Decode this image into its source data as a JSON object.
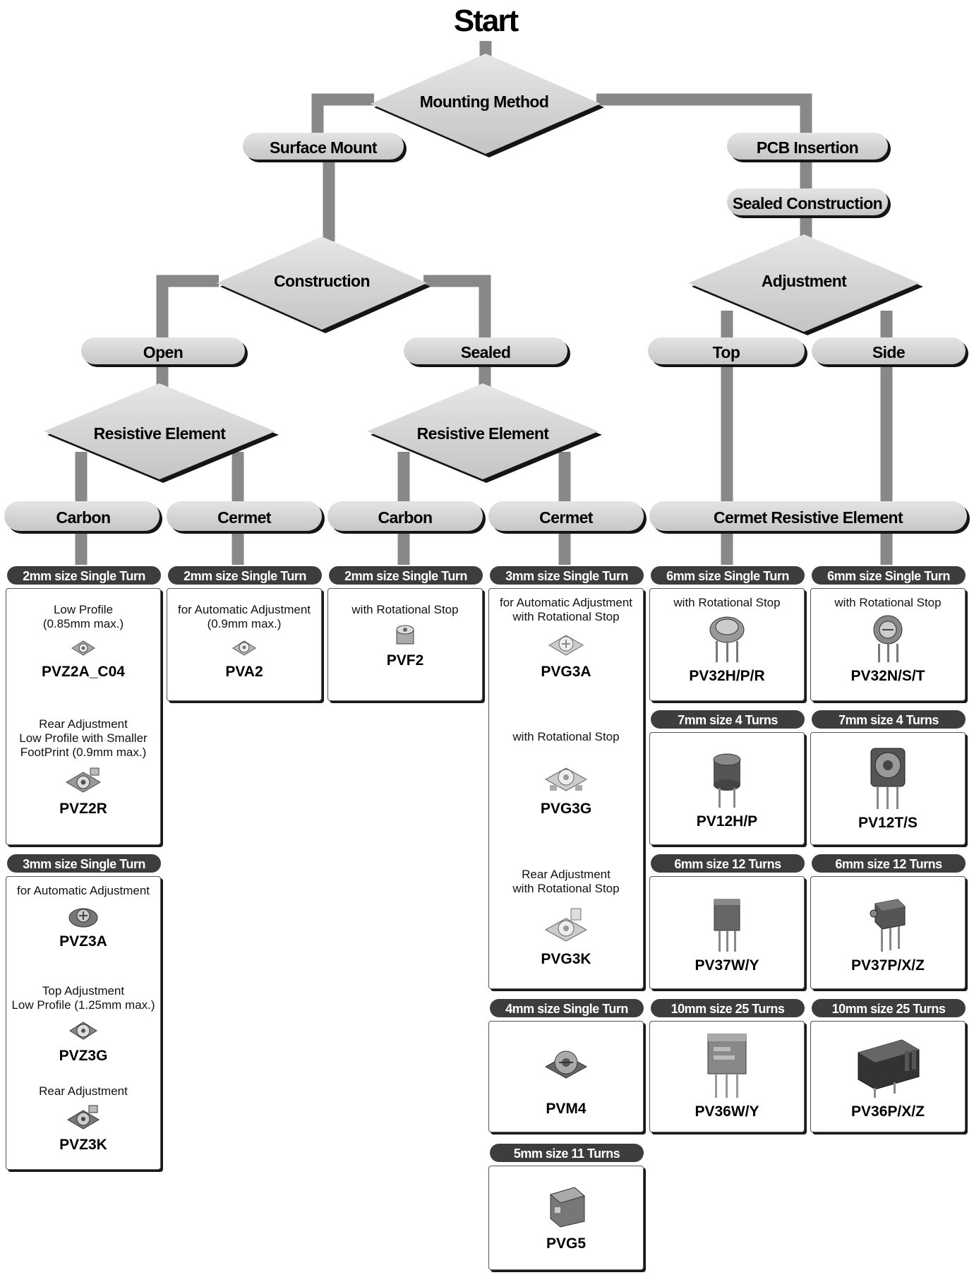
{
  "title": "Start",
  "decisions": {
    "mounting": "Mounting Method",
    "construction": "Construction",
    "adjustment": "Adjustment",
    "res_open": "Resistive Element",
    "res_sealed": "Resistive Element"
  },
  "options": {
    "surface": "Surface Mount",
    "pcb": "PCB Insertion",
    "sealed_construction": "Sealed Construction",
    "open": "Open",
    "sealed": "Sealed",
    "top": "Top",
    "side": "Side",
    "carbon1": "Carbon",
    "cermet1": "Cermet",
    "carbon2": "Carbon",
    "cermet2": "Cermet",
    "cermet_res": "Cermet Resistive Element"
  },
  "headers": {
    "c1a": "2mm size Single Turn",
    "c1b": "3mm size Single Turn",
    "c2": "2mm size Single Turn",
    "c3": "2mm size Single Turn",
    "c4a": "3mm size Single Turn",
    "c4b": "4mm size Single Turn",
    "c4c": "5mm size 11 Turns",
    "c5a": "6mm size Single Turn",
    "c5b": "7mm size 4 Turns",
    "c5c": "6mm size 12 Turns",
    "c5d": "10mm size 25 Turns",
    "c6a": "6mm size Single Turn",
    "c6b": "7mm size 4 Turns",
    "c6c": "6mm size 12 Turns",
    "c6d": "10mm size 25 Turns"
  },
  "products": {
    "pvz2a": {
      "desc": "Low Profile\n(0.85mm max.)",
      "part": "PVZ2A_C04"
    },
    "pvz2r": {
      "desc": "Rear Adjustment\nLow Profile with Smaller\nFootPrint (0.9mm max.)",
      "part": "PVZ2R"
    },
    "pvz3a": {
      "desc": "for Automatic Adjustment",
      "part": "PVZ3A"
    },
    "pvz3g": {
      "desc": "Top Adjustment\nLow Profile (1.25mm max.)",
      "part": "PVZ3G"
    },
    "pvz3k": {
      "desc": "Rear Adjustment",
      "part": "PVZ3K"
    },
    "pva2": {
      "desc": "for Automatic Adjustment\n(0.9mm max.)",
      "part": "PVA2"
    },
    "pvf2": {
      "desc": "with Rotational Stop",
      "part": "PVF2"
    },
    "pvg3a": {
      "desc": "for Automatic Adjustment\nwith Rotational Stop",
      "part": "PVG3A"
    },
    "pvg3g": {
      "desc": "with Rotational Stop",
      "part": "PVG3G"
    },
    "pvg3k": {
      "desc": "Rear Adjustment\nwith Rotational Stop",
      "part": "PVG3K"
    },
    "pvm4": {
      "desc": "",
      "part": "PVM4"
    },
    "pvg5": {
      "desc": "",
      "part": "PVG5"
    },
    "pv32h": {
      "desc": "with Rotational Stop",
      "part": "PV32H/P/R"
    },
    "pv32n": {
      "desc": "with Rotational Stop",
      "part": "PV32N/S/T"
    },
    "pv12h": {
      "desc": "",
      "part": "PV12H/P"
    },
    "pv12t": {
      "desc": "",
      "part": "PV12T/S"
    },
    "pv37w": {
      "desc": "",
      "part": "PV37W/Y"
    },
    "pv37p": {
      "desc": "",
      "part": "PV37P/X/Z"
    },
    "pv36w": {
      "desc": "",
      "part": "PV36W/Y"
    },
    "pv36p": {
      "desc": "",
      "part": "PV36P/X/Z"
    }
  },
  "colors": {
    "connector": "#888888",
    "diamond": "#d8d8d8",
    "pill": "#d4d4d4",
    "header": "#3d3d3d"
  }
}
